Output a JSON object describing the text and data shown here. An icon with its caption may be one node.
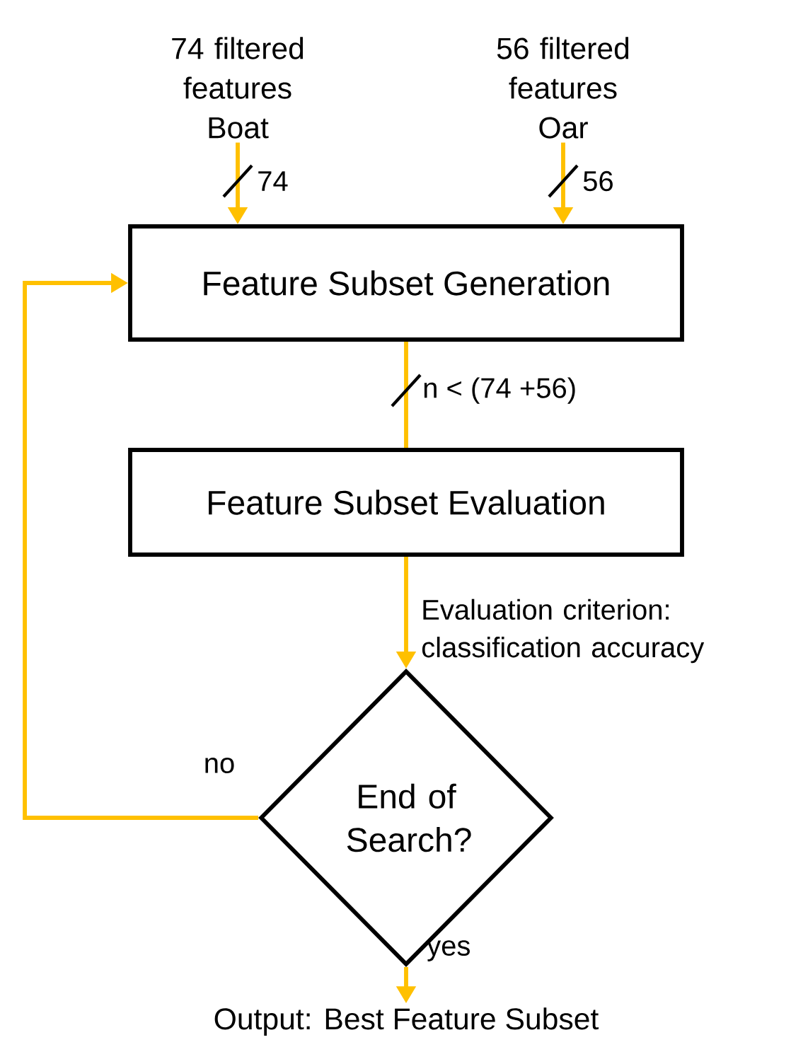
{
  "diagram": {
    "nodes": [
      {
        "text": [
          "74 filtered features",
          "Boat"
        ]
      },
      {
        "text": [
          "56 filtered features",
          "Oar"
        ]
      },
      {
        "text": [
          "Feature Subset Generation"
        ]
      },
      {
        "text": [
          "Feature Subset Evaluation"
        ]
      },
      {
        "text": [
          "End of Search?"
        ]
      },
      {
        "text": [
          "Output: Best Feature Subset"
        ]
      }
    ],
    "edges": [
      {
        "from": 0,
        "to": 2,
        "arrow": "to",
        "label": "74"
      },
      {
        "from": 1,
        "to": 2,
        "arrow": "to",
        "label": "56"
      },
      {
        "from": 2,
        "to": 3,
        "arrow": "none",
        "label": "n < (74 +56)"
      },
      {
        "from": 3,
        "to": 4,
        "arrow": "to",
        "label": "Evaluation criterion: classification accuracy"
      },
      {
        "from": 4,
        "to": 2,
        "arrow": "to",
        "label": "no"
      },
      {
        "from": 4,
        "to": 5,
        "arrow": "to",
        "label": "yes"
      }
    ]
  }
}
